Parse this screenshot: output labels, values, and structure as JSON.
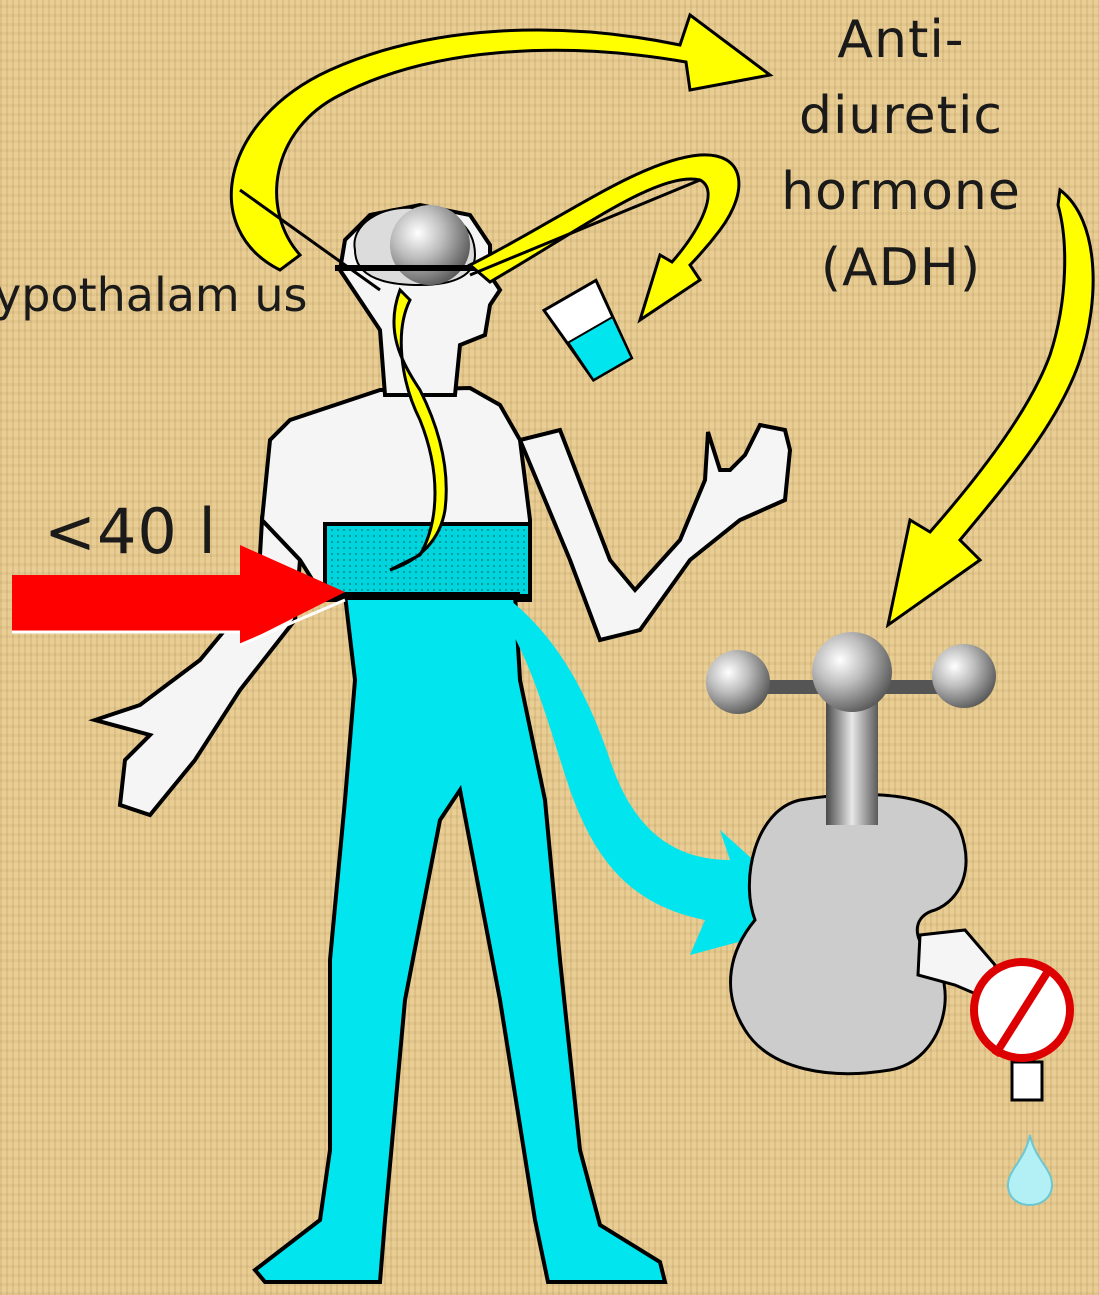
{
  "labels": {
    "hormone_line1": "Anti-",
    "hormone_line2": "diuretic",
    "hormone_line3": "hormone",
    "hormone_line4": "(ADH)",
    "brain_region": "ypothalam us",
    "volume": "<40 l"
  },
  "colors": {
    "background": "#e6c98e",
    "signal_arrows": "#ffff00",
    "body_fluid": "#00e5ee",
    "intake_arrow": "#ff0000",
    "body": "#f5f5f5",
    "kidney": "#cccccc",
    "stop_sign": "#dd0000"
  },
  "icons": [
    "brain-icon",
    "water-glass-icon",
    "faucet-handle-icon",
    "kidney-icon",
    "stop-sign-icon",
    "water-drop-icon"
  ]
}
